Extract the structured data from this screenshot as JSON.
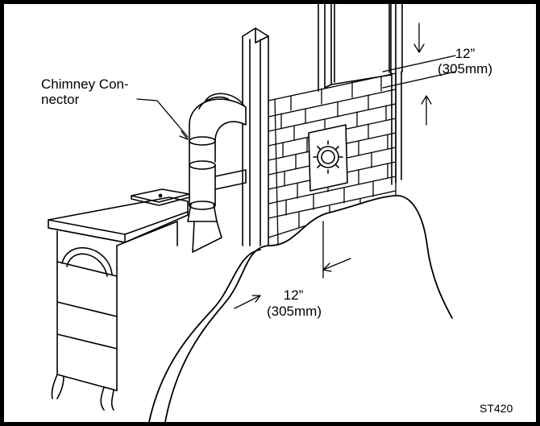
{
  "labels": {
    "chimney_connector": "Chimney Con-\nnector",
    "dim_top_in": "12”",
    "dim_top_mm": "(305mm)",
    "dim_bottom_in": "12”",
    "dim_bottom_mm": "(305mm)",
    "figure_code": "ST420"
  },
  "colors": {
    "line": "#000000",
    "background": "#ffffff",
    "border": "#000000"
  }
}
